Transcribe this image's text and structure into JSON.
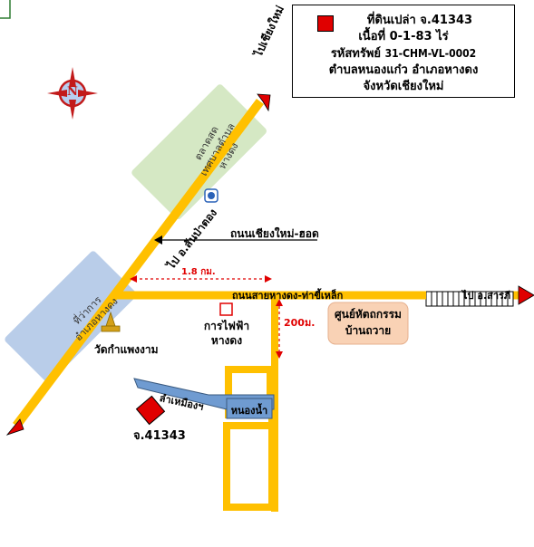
{
  "title_box": {
    "line1": "ที่ดินเปล่า จ.41343",
    "line2": "เนื้อที่ 0-1-83 ไร่",
    "line3_prefix": "รหัสทรัพย์ ",
    "line3_code": "31-CHM-VL-0002",
    "line4": "ตำบลหนองแก๋ว อำเภอหางดง",
    "line5": "จังหวัดเชียงใหม่"
  },
  "compass": {
    "letter": "N"
  },
  "roads": {
    "to_chiang_mai": "ไปเชียงใหม่",
    "to_san_pa_tong": "ไป อ.สันป่าตอง",
    "cm_hot_road": "ถนนเชียงใหม่-ฮอด",
    "hangdong_thakhilek_road": "ถนนสายหางดง-ท่าขี้เหล็ก",
    "to_saraphi": "ไป อ.สารภี",
    "canal": "ลำเหมืองฯ"
  },
  "places": {
    "market": "ตลาดสด\nเทศบาลตำบล\nหางดง",
    "district_office": "ที่ว่าการ\nอำเภอหางดง",
    "temple": "วัดกำแพงงาม",
    "electricity": "การไฟฟ้า\nหางดง",
    "craft_center": "ศูนย์หัตถกรรม\nบ้านถวาย",
    "pond": "หนองน้ำ",
    "plot": "จ.41343"
  },
  "distances": {
    "horizontal": "1.8 กม.",
    "vertical": "200ม."
  },
  "colors": {
    "road": "#FFC000",
    "arrow": "#E00000",
    "market_bg": "#D5E8C4",
    "office_bg": "#B9CDE9",
    "craft_bg": "#F9D2B5",
    "water": "#6F9BD1",
    "plot": "#E00000",
    "distance": "#E00000"
  }
}
